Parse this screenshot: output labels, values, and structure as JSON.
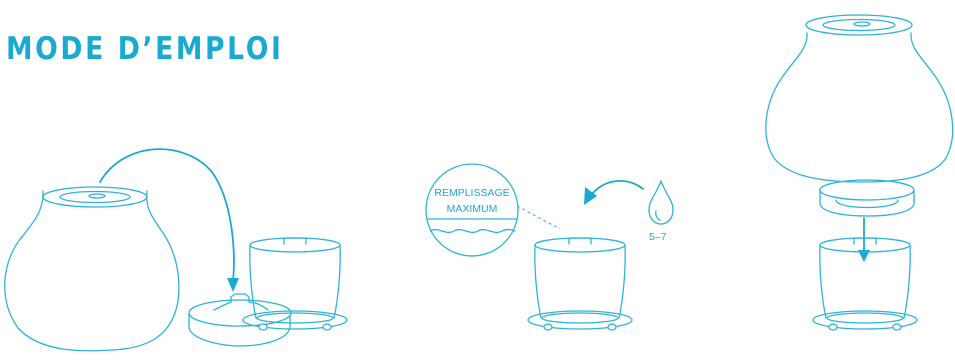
{
  "title": "MODE D’EMPLOI",
  "step2": {
    "fill_label_line1": "REMPLISSAGE",
    "fill_label_line2": "MAXIMUM",
    "drops_label": "5–7"
  },
  "colors": {
    "accent": "#1aa9cf",
    "line": "#2db3d8",
    "background": "#ffffff"
  }
}
